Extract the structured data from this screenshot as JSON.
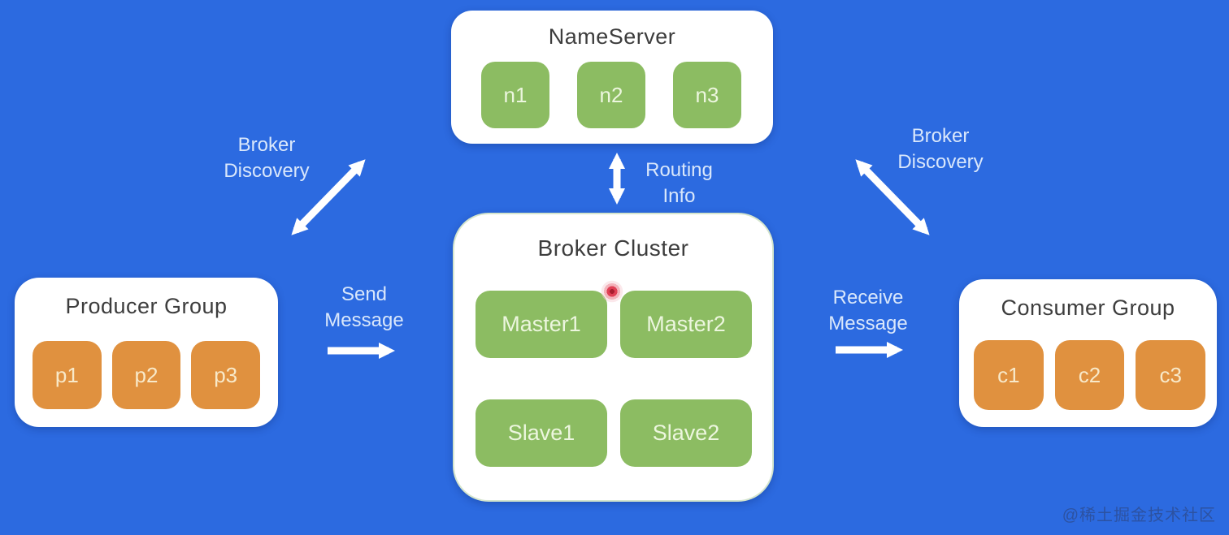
{
  "groups": {
    "name_server": {
      "title": "NameServer",
      "nodes": [
        "n1",
        "n2",
        "n3"
      ]
    },
    "broker_cluster": {
      "title": "Broker Cluster",
      "nodes": [
        "Master1",
        "Master2",
        "Slave1",
        "Slave2"
      ]
    },
    "producer_group": {
      "title": "Producer Group",
      "nodes": [
        "p1",
        "p2",
        "p3"
      ]
    },
    "consumer_group": {
      "title": "Consumer Group",
      "nodes": [
        "c1",
        "c2",
        "c3"
      ]
    }
  },
  "labels": {
    "broker_discovery_left": {
      "line1": "Broker",
      "line2": "Discovery"
    },
    "routing_info": {
      "line1": "Routing",
      "line2": "Info"
    },
    "broker_discovery_right": {
      "line1": "Broker",
      "line2": "Discovery"
    },
    "send_message": {
      "line1": "Send",
      "line2": "Message"
    },
    "receive_message": {
      "line1": "Receive",
      "line2": "Message"
    }
  },
  "watermark": "@稀土掘金技术社区",
  "colors": {
    "background": "#2c6ae0",
    "panel": "#ffffff",
    "node_green": "#8cbc62",
    "node_orange": "#e0913f",
    "panel_title_text": "#3d3d3d",
    "label_text": "#d9e7fb",
    "arrow": "#ffffff",
    "pointer_dot_red": "#e04055"
  }
}
